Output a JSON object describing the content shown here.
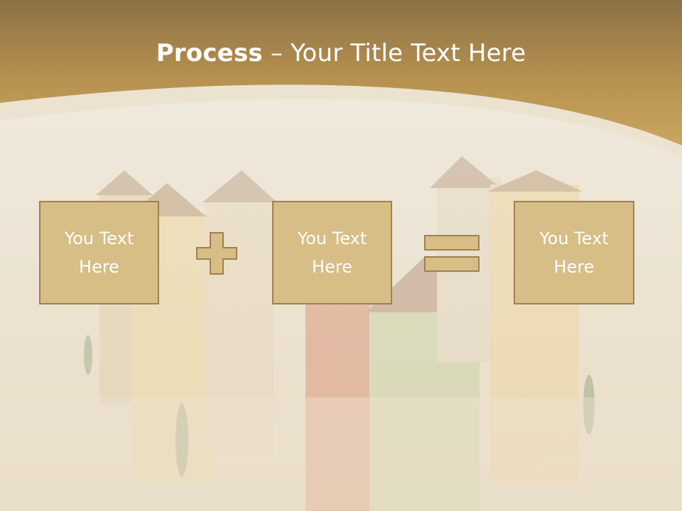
{
  "slide": {
    "title_bold": "Process",
    "title_rest": " – Your Title Text Here",
    "boxes": [
      {
        "text": "You Text\nHere"
      },
      {
        "text": "You Text\nHere"
      },
      {
        "text": "You Text\nHere"
      }
    ],
    "operators": [
      "plus-icon",
      "equals-icon"
    ]
  },
  "colors": {
    "header": "#c7a35f",
    "box_fill": "#d7bd86",
    "box_border": "#9f8151",
    "text": "#ffffff",
    "background": "#ece3d2"
  }
}
